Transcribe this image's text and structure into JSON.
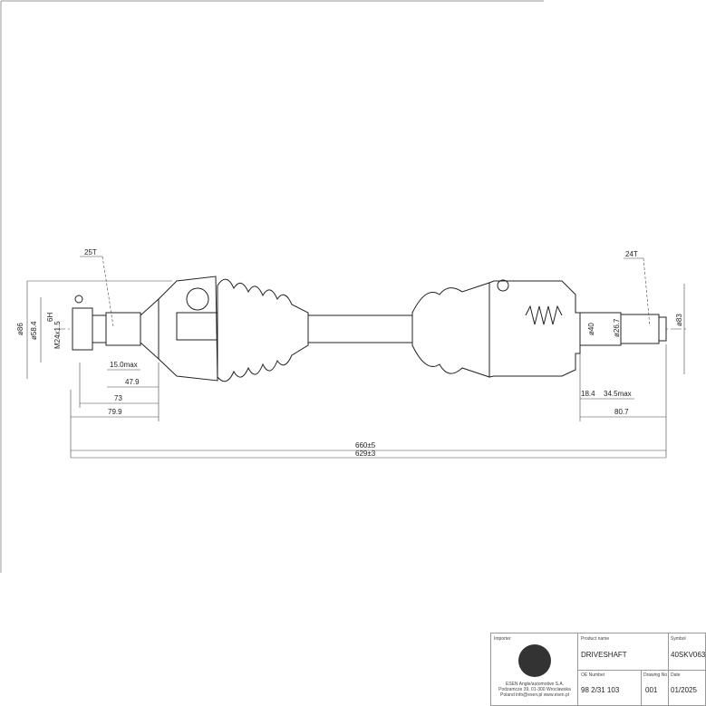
{
  "drawing": {
    "left_spline": "25T",
    "right_spline": "24T",
    "left_diameters": [
      "ø86",
      "ø58.4",
      "M24x1.5",
      "6H"
    ],
    "right_diameters": [
      "ø40",
      "ø26.7",
      "ø83"
    ],
    "left_dims": [
      "15.0max",
      "47.9",
      "73",
      "79.9"
    ],
    "right_dims": [
      "18.4",
      "34.5max",
      "80.7"
    ],
    "overall_dims": [
      "660±5",
      "629±3"
    ]
  },
  "title_block": {
    "importer_label": "Importer",
    "importer_text": "ESEN Angle/automotive S.A. Podzamcze 39, 01-300 Wroclawska Poland info@esen.pl www.esen.pl",
    "product_name_label": "Product name",
    "product_name": "DRIVESHAFT",
    "symbol_label": "Symbol",
    "symbol": "40SKV063",
    "oe_label": "OE Number",
    "oe_number": "98 2/31 103",
    "drawing_no_label": "Drawing No",
    "drawing_no": "001",
    "date_label": "Date",
    "date": "01/2025"
  }
}
